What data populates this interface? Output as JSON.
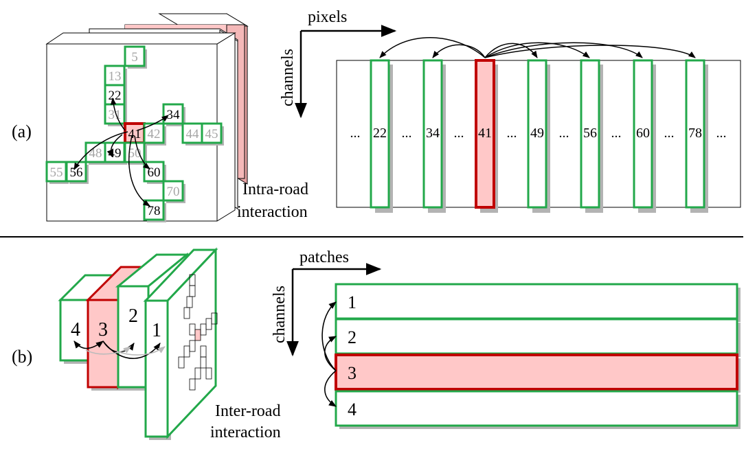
{
  "colors": {
    "green": "#22a84a",
    "red": "#c00000",
    "pink": "#ffc8c8",
    "shadow": "#b3b3b3",
    "gray_text": "#a6a6a6",
    "black": "#000000"
  },
  "panel_a": {
    "label": "(a)",
    "caption_line1": "Intra-road",
    "caption_line2": "interaction",
    "axis_x_label": "pixels",
    "axis_y_label": "channels",
    "grid_cells": [
      {
        "text": "5",
        "active": false
      },
      {
        "text": "13",
        "active": false
      },
      {
        "text": "22",
        "active": true
      },
      {
        "text": "31",
        "active": false
      },
      {
        "text": "34",
        "active": true
      },
      {
        "text": "41",
        "active": true,
        "center": true
      },
      {
        "text": "42",
        "active": false
      },
      {
        "text": "44",
        "active": false
      },
      {
        "text": "45",
        "active": false
      },
      {
        "text": "48",
        "active": false
      },
      {
        "text": "49",
        "active": true
      },
      {
        "text": "50",
        "active": false
      },
      {
        "text": "55",
        "active": false
      },
      {
        "text": "56",
        "active": true
      },
      {
        "text": "60",
        "active": true
      },
      {
        "text": "70",
        "active": false
      },
      {
        "text": "78",
        "active": true
      }
    ],
    "columns": [
      "22",
      "34",
      "41",
      "49",
      "56",
      "60",
      "78"
    ],
    "center_column": "41",
    "ellipsis": "..."
  },
  "panel_b": {
    "label": "(b)",
    "caption_line1": "Inter-road",
    "caption_line2": "interaction",
    "axis_x_label": "patches",
    "axis_y_label": "channels",
    "patches": [
      "4",
      "3",
      "2",
      "1"
    ],
    "center_patch": "3",
    "rows": [
      "1",
      "2",
      "3",
      "4"
    ],
    "center_row": "3"
  }
}
